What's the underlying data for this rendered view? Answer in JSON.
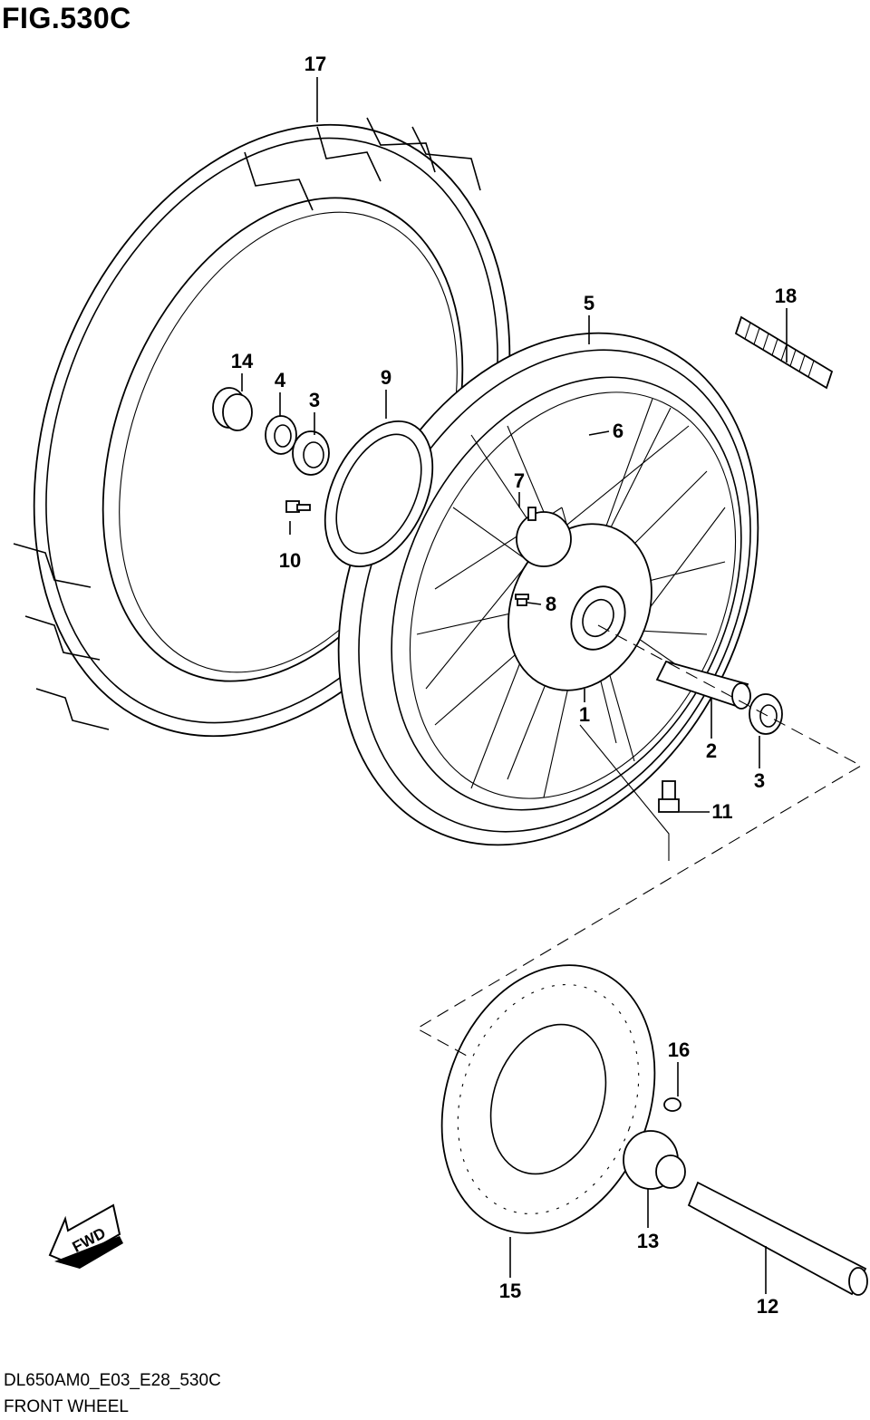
{
  "figure": {
    "title": "FIG.530C",
    "model_code": "DL650AM0_E03_E28_530C",
    "name": "FRONT WHEEL"
  },
  "direction_badge": "FWD",
  "callouts": {
    "hub": "1",
    "spacer": "2",
    "bearing_right": "3",
    "bearing_left": "3",
    "oil_seal": "4",
    "rim": "5",
    "spoke_set": "6",
    "spoke_nipple": "7",
    "disc_bolt_hub": "8",
    "sensor_ring": "9",
    "sensor_ring_bolt": "10",
    "valve": "11",
    "axle": "12",
    "collar": "13",
    "spacer_left": "14",
    "brake_disc": "15",
    "disc_bolt": "16",
    "tire": "17",
    "balancer_weight": "18"
  }
}
